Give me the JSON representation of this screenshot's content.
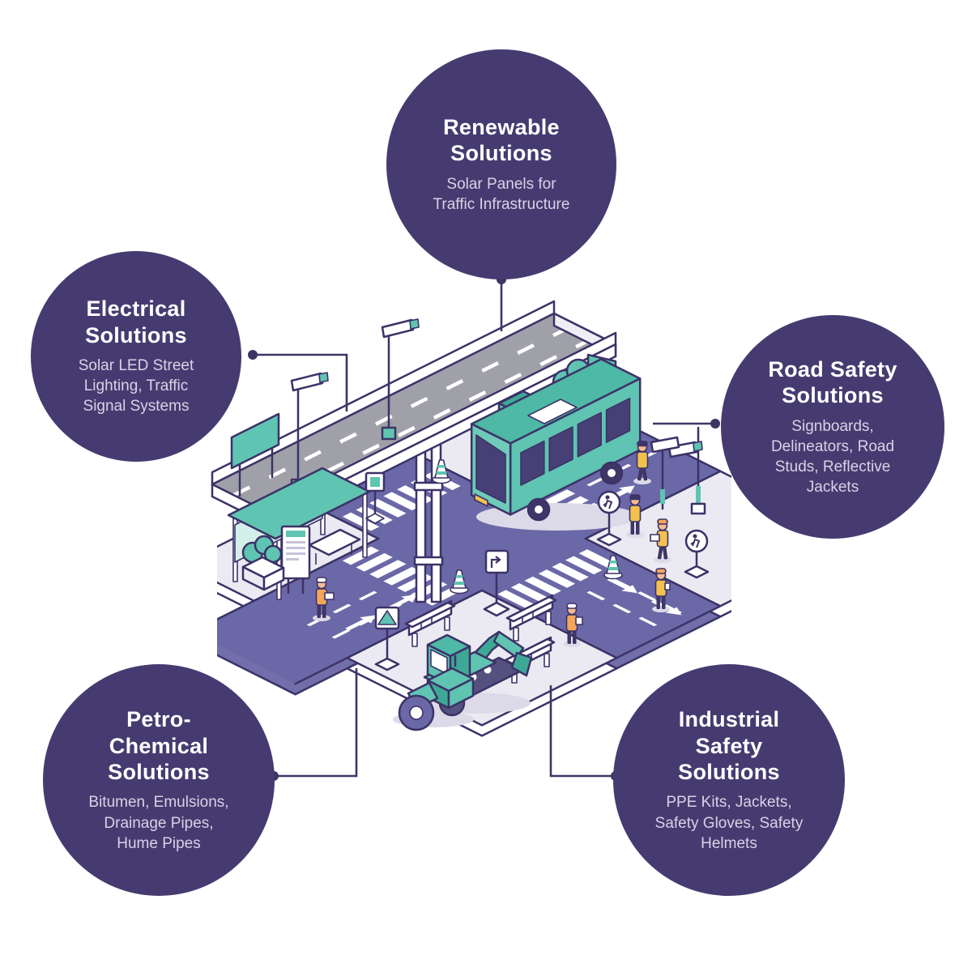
{
  "meta": {
    "type": "solutions-infographic",
    "background": "#ffffff",
    "center_illustration": "isometric city road intersection with flyover, bus, bus stop, road construction vehicles, workers and traffic safety equipment"
  },
  "palette": {
    "bubble_fill": "#463b70",
    "bubble_title_text": "#ffffff",
    "bubble_subtitle_text": "#d8d2e6",
    "connector_line": "#3f3565",
    "outline": "#3c3268",
    "road_purple": "#6b68a7",
    "sidewalk": "#ebeaf2",
    "flyover_asphalt": "#a0a1a8",
    "teal": "#5fc4b1",
    "teal_dark": "#3ea896",
    "vest_orange": "#f2a65a",
    "vest_yellow": "#f2c14e",
    "skin": "#f4bc92",
    "background": "#ffffff"
  },
  "nodes": [
    {
      "id": "renewable",
      "title_lines": [
        "Renewable",
        "Solutions"
      ],
      "subtitle_lines": [
        "Solar Panels for",
        "Traffic Infrastructure"
      ]
    },
    {
      "id": "electrical",
      "title_lines": [
        "Electrical",
        "Solutions"
      ],
      "subtitle_lines": [
        "Solar LED Street",
        "Lighting, Traffic",
        "Signal Systems"
      ]
    },
    {
      "id": "road-safety",
      "title_lines": [
        "Road Safety",
        "Solutions"
      ],
      "subtitle_lines": [
        "Signboards,",
        "Delineators, Road",
        "Studs, Reflective",
        "Jackets"
      ]
    },
    {
      "id": "petro-chemical",
      "title_lines": [
        "Petro-",
        "Chemical",
        "Solutions"
      ],
      "subtitle_lines": [
        "Bitumen, Emulsions,",
        "Drainage Pipes,",
        "Hume Pipes"
      ]
    },
    {
      "id": "industrial-safety",
      "title_lines": [
        "Industrial",
        "Safety",
        "Solutions"
      ],
      "subtitle_lines": [
        "PPE Kits, Jackets,",
        "Safety Gloves, Safety",
        "Helmets"
      ]
    }
  ],
  "illustration": {
    "name": "isometric-traffic-infrastructure-scene",
    "elements": [
      "flyover-road",
      "flyover-pillars",
      "city-bus",
      "bus-shelter",
      "information-board",
      "ticket-kiosk",
      "teal-signboard",
      "elevated-sign",
      "cctv-camera-poles",
      "street-lamp-pole",
      "zebra-crossings",
      "lane-arrows",
      "lane-dashes",
      "direction-sign",
      "pedestrian-signs",
      "warning-triangle-sign",
      "traffic-cones",
      "safety-barriers",
      "excavator",
      "road-roller",
      "road-workers",
      "pedestrians",
      "trees-in-planters"
    ]
  }
}
